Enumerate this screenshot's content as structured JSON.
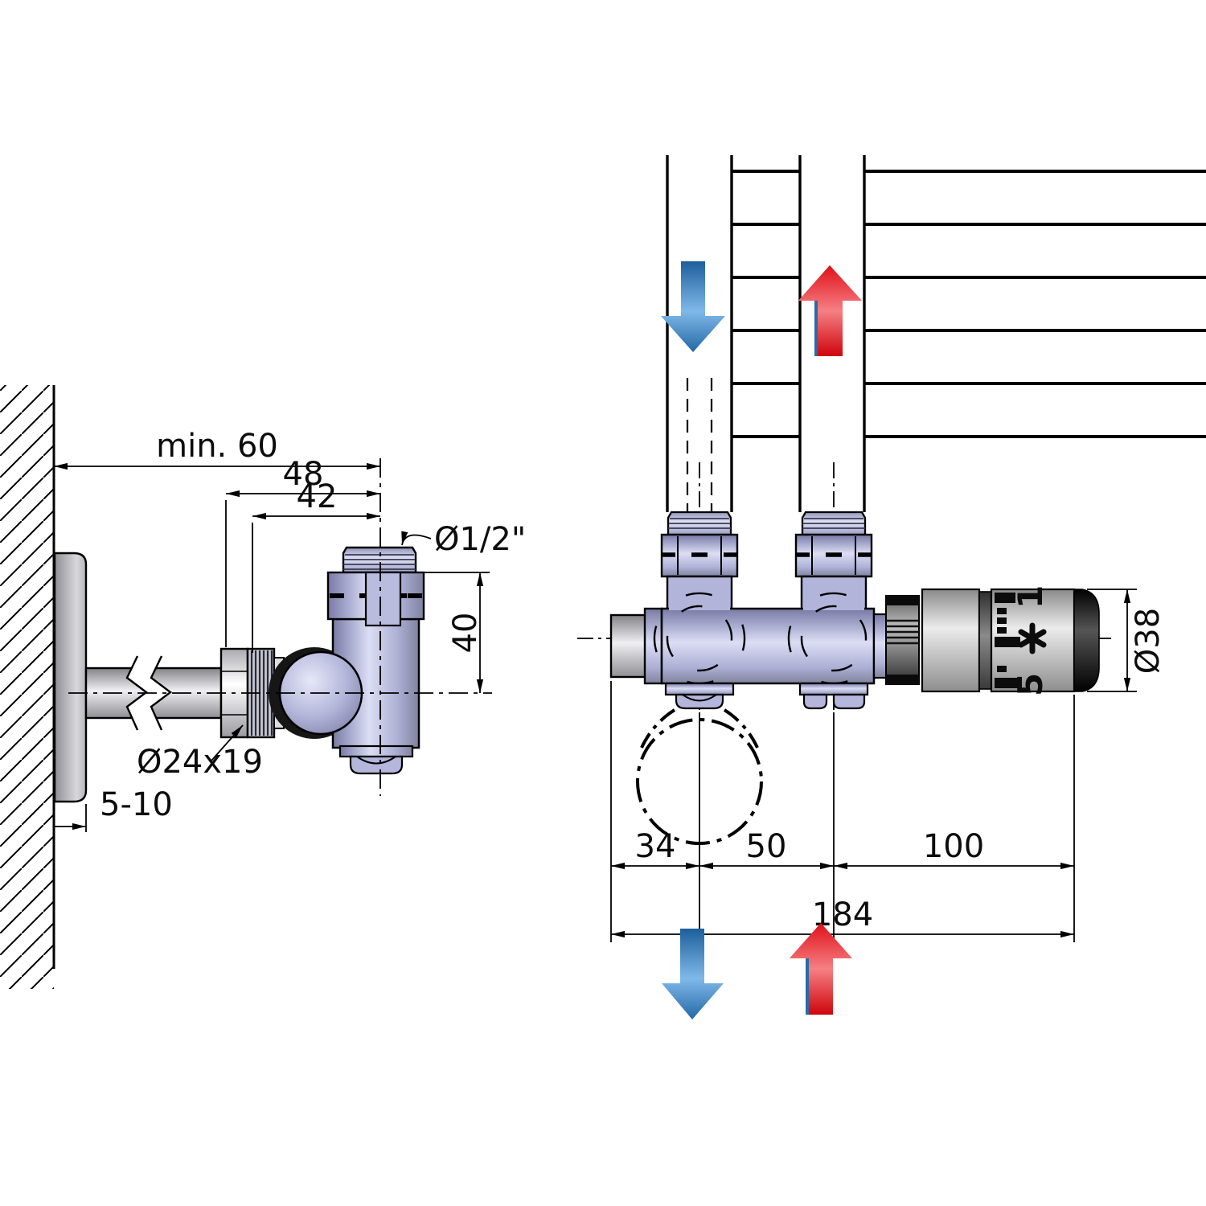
{
  "title": "Radiator valve installation drawing",
  "colors": {
    "valve_body": "#b4b6dc",
    "pipe_gray": "#c9c9cf",
    "head_gray": "#c6c6c6",
    "arrow_hot_red": "#e01018",
    "arrow_cold_blue": "#2f72ad",
    "line_black": "#000000"
  },
  "left_view": {
    "dim_wall_distance": "min. 60",
    "dim_48": "48",
    "dim_42": "42",
    "dim_40": "40",
    "dim_plate_gap": "5-10",
    "label_top_thread": "Ø1/2\"",
    "label_union_nut": "Ø24x19"
  },
  "right_view": {
    "dim_34": "34",
    "dim_50": "50",
    "dim_100": "100",
    "dim_184": "184",
    "dim_head_diameter": "Ø38",
    "head_scale": {
      "top": "1",
      "bottom": "5"
    }
  },
  "icons": {
    "return_flow": "blue-down-arrow",
    "supply_flow": "red-up-arrow",
    "frost_setting": "snowflake-asterisk"
  }
}
